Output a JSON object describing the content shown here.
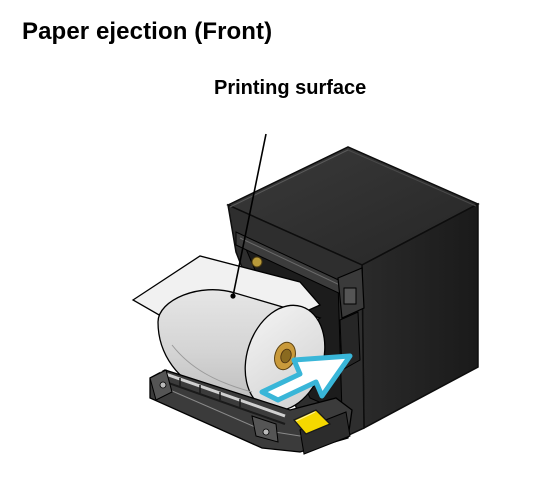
{
  "title": "Paper ejection (Front)",
  "callout": {
    "label": "Printing surface"
  },
  "illustration": {
    "subject": "printer-with-paper-roll",
    "arrow_icon": "insert-arrow-icon",
    "colors": {
      "printer_body": "#2b2b2b",
      "printer_edge": "#111111",
      "paper_roll": "#d9d9d9",
      "paper_sheet": "#f2f2f2",
      "roll_core": "#c99a3b",
      "arrow_outline": "#39b6d8",
      "arrow_fill": "#ffffff",
      "feed_button": "#f5d800"
    }
  }
}
